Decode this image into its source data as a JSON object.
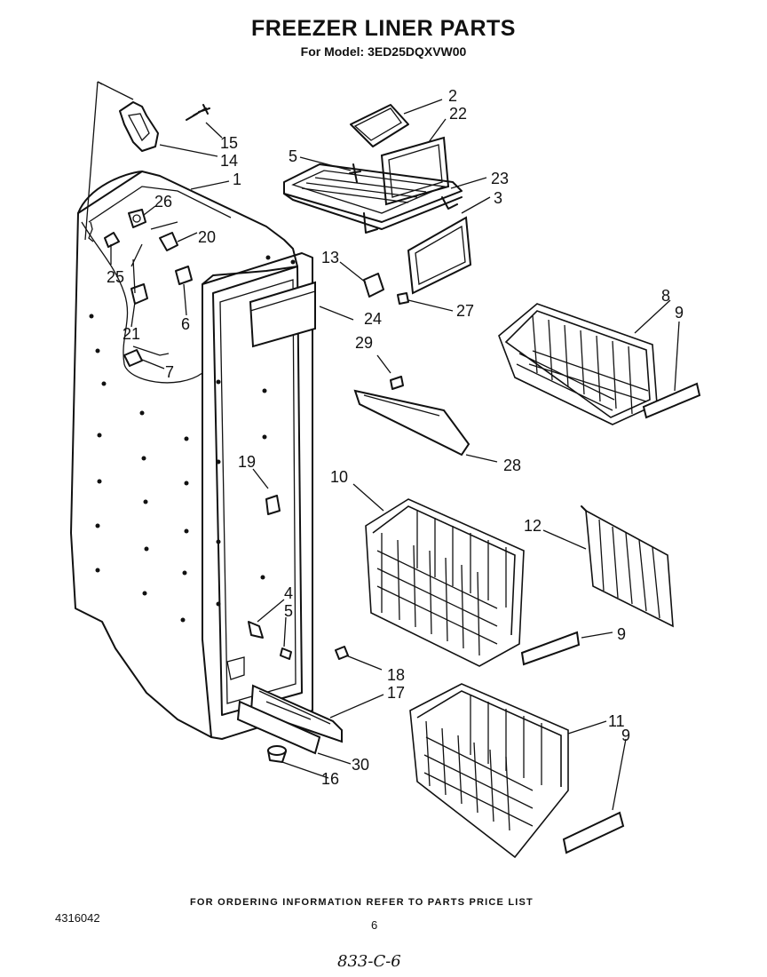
{
  "header": {
    "title": "FREEZER LINER PARTS",
    "model": "For Model: 3ED25DQXVW00"
  },
  "callouts": {
    "c1": "1",
    "c2": "2",
    "c3": "3",
    "c4": "4",
    "c5a": "5",
    "c5b": "5",
    "c6": "6",
    "c7": "7",
    "c8": "8",
    "c9a": "9",
    "c9b": "9",
    "c9c": "9",
    "c10": "10",
    "c11": "11",
    "c12": "12",
    "c13": "13",
    "c14": "14",
    "c15": "15",
    "c16": "16",
    "c17": "17",
    "c18": "18",
    "c19": "19",
    "c20": "20",
    "c21": "21",
    "c22": "22",
    "c23": "23",
    "c24": "24",
    "c25": "25",
    "c26": "26",
    "c27": "27",
    "c28": "28",
    "c29": "29",
    "c30": "30"
  },
  "footer": {
    "ordering": "FOR ORDERING INFORMATION REFER TO PARTS PRICE LIST",
    "doc_number": "4316042",
    "page": "6",
    "handwritten": "833-C-6"
  }
}
